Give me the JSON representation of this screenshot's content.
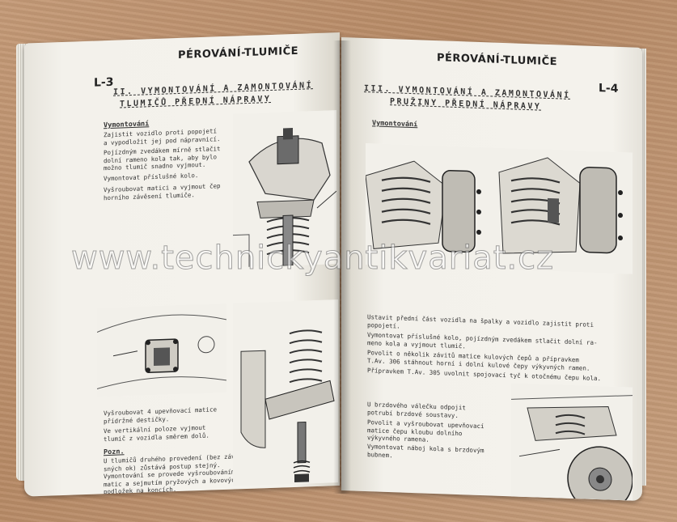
{
  "watermark": "www.technickyantikvariat.cz",
  "left_page": {
    "title": "PÉROVÁNÍ-TLUMIČE",
    "page_number": "L-3",
    "heading_line1": "II. VYMONTOVÁNÍ A ZAMONTOVÁNÍ",
    "heading_line2": "TLUMIČŮ PŘEDNÍ NÁPRAVY",
    "subheading": "Vymontování",
    "para1": "Zajistit vozidlo proti popojetí\na vypodložit jej pod nápravnicí.",
    "para2": "Pojízdným zvedákem mírně stlačit\ndolní rameno kola tak, aby bylo\nmožno tlumič snadno vyjmout.",
    "para3": "Vymontovat příslušné kolo.",
    "para4": "Vyšroubovat matici a vyjmout čep\nhorního závěsení tlumiče.",
    "para5": "Vyšroubovat 4 upevňovací matice\npřídržné destičky.",
    "para6": "Ve vertikální poloze vyjmout\ntlumič z vozidla směrem dolů.",
    "note_heading": "Pozn.",
    "note": "U tlumičů druhého provedení (bez závě-\nsných ok) zůstává postup stejný.\nVymontování se provede vyšroubováním\nmatic a sejmutím pryžových a kovových\npodložek na koncích."
  },
  "right_page": {
    "title": "PÉROVÁNÍ-TLUMIČE",
    "page_number": "L-4",
    "heading_line1": "III. VYMONTOVÁNÍ A ZAMONTOVÁNÍ",
    "heading_line2": "PRUŽINY PŘEDNÍ NÁPRAVY",
    "subheading": "Vymontování",
    "para1": "Ustavit přední část vozidla na špalky a vozidlo zajistit proti\npopojetí.",
    "para2": "Vymontovat příslušné kolo, pojízdným zvedákem stlačit dolní ra-\nmeno kola a vyjmout tlumič.",
    "para3": "Povolit o několik závitů matice kulových čepů a přípravkem\nT.Av. 306 stáhnout horní i dolní kulové čepy výkyvných ramen.",
    "para4": "Přípravkem T.Av. 305 uvolnit spojovací tyč k otočnému čepu kola.",
    "para5": "U brzdového válečku odpojit\npotrubí brzdové soustavy.",
    "para6": "Povolit a vyšroubovat upevňovací\nmatice     čepu kloubu dolního\nvýkyvného ramena.",
    "para7": "Vymontovat náboj kola s brzdovým\nbubnem."
  }
}
